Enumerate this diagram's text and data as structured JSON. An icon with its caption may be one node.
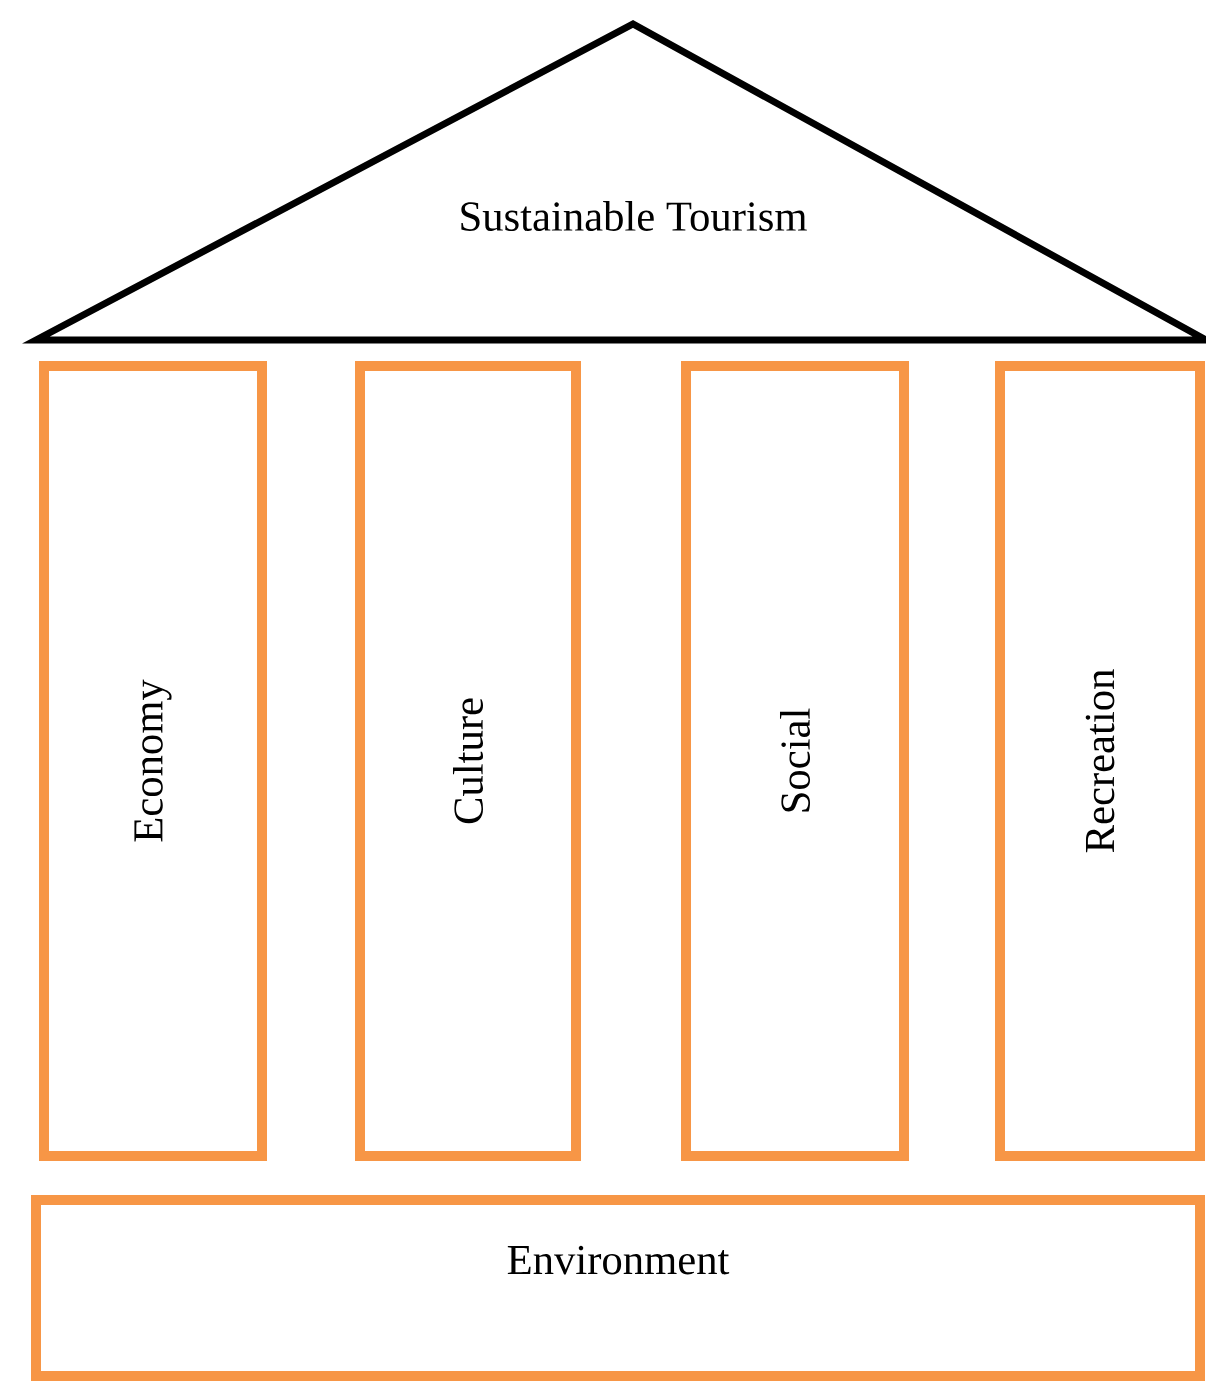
{
  "diagram": {
    "nodes": [
      {
        "text": [
          "Sustainable Tourism"
        ]
      },
      {
        "text": [
          "Economy"
        ]
      },
      {
        "text": [
          "Culture"
        ]
      },
      {
        "text": [
          "Social"
        ]
      },
      {
        "text": [
          "Recreation"
        ]
      },
      {
        "text": [
          "Environment"
        ]
      }
    ]
  }
}
